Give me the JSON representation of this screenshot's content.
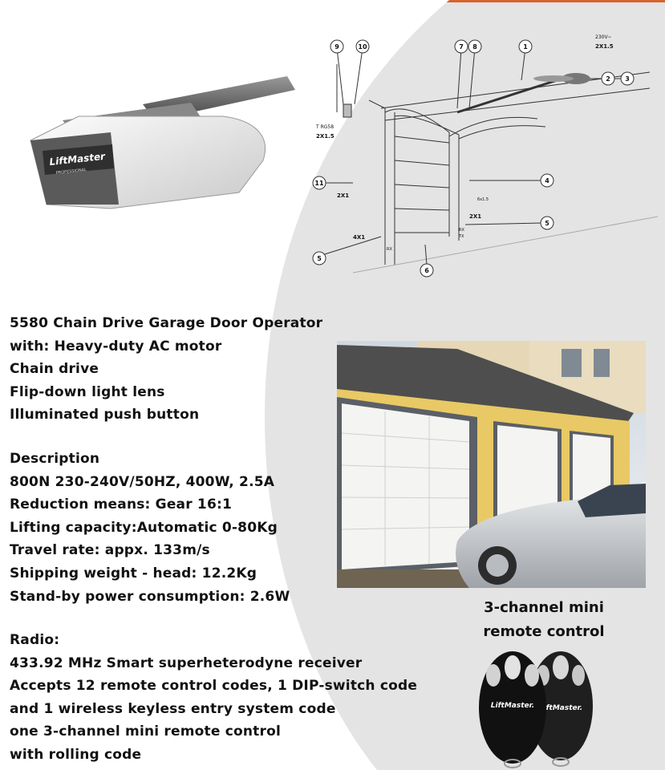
{
  "title": "5580 Chain Drive Garage Door Operator",
  "features": [
    "with: Heavy-duty AC motor",
    "Chain drive",
    "Flip-down light lens",
    "Illuminated push button"
  ],
  "description": {
    "heading": "Description",
    "lines": [
      "800N 230-240V/50HZ, 400W, 2.5A",
      "Reduction means: Gear 16:1",
      "Lifting capacity:Automatic 0-80Kg",
      "Travel rate: appx. 133m/s",
      "Shipping weight - head: 12.2Kg",
      "Stand-by power consumption: 2.6W"
    ]
  },
  "radio": {
    "heading": "Radio:",
    "lines": [
      "433.92 MHz Smart superheterodyne receiver",
      "Accepts 12 remote control codes, 1 DIP-switch code",
      "and 1 wireless keyless entry system code",
      "one 3-channel mini remote control",
      "with rolling code"
    ]
  },
  "remote": {
    "caption_line1": "3-channel mini",
    "caption_line2": "remote control",
    "brand": "LiftMaster."
  },
  "operator_brand": "LiftMaster",
  "operator_sub": "PROFESSIONAL",
  "diagram": {
    "callouts": [
      "1",
      "2",
      "3",
      "4",
      "5",
      "5",
      "6",
      "7",
      "8",
      "9",
      "10",
      "11"
    ],
    "cable_labels": [
      "230V~",
      "2X1.5",
      "T RG58",
      "2X1.5",
      "2X1",
      "2X1",
      "4X1",
      "6x1.5",
      "RX",
      "TX",
      "RX"
    ]
  },
  "colors": {
    "accent": "#d9622b",
    "text": "#111111",
    "background": "#e4e4e4"
  }
}
